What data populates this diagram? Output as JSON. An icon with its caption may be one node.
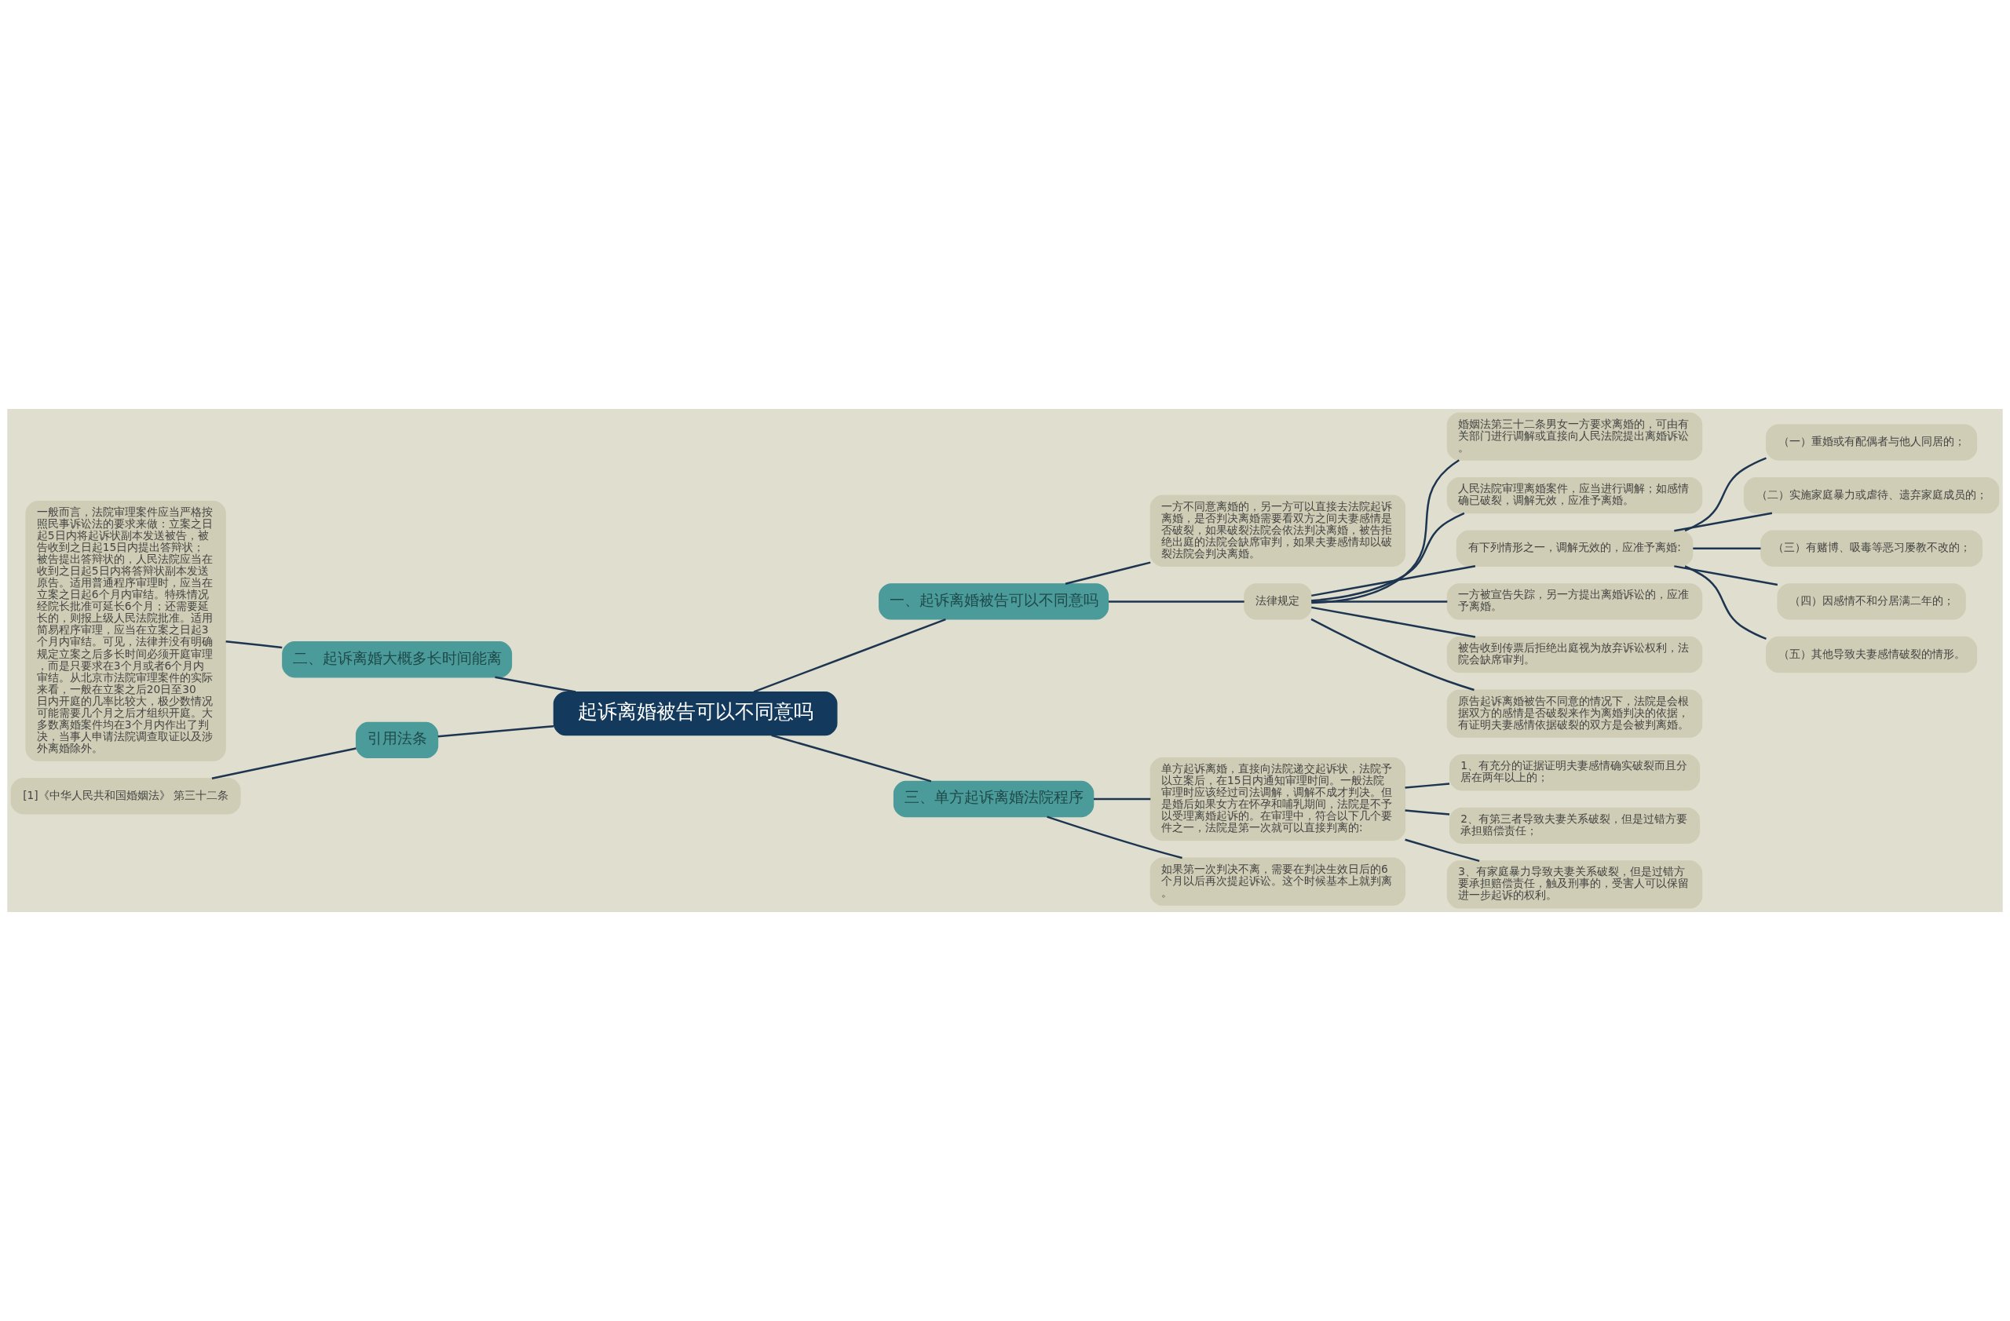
{
  "diagram": {
    "nodes": [
      {
        "text": [
          "起诉离婚被告可以不同意吗"
        ]
      },
      {
        "text": [
          "一、起诉离婚被告可以不同意吗"
        ]
      },
      {
        "text": [
          "一方不同意离婚的，另一方可以直接去法院起诉离婚，是否判决离婚需要看双方之间夫妻感情是否破裂，如果破裂法院会依法判决离婚，被告拒绝出庭的法院会缺席审判，如果夫妻感情却以破裂法院会判决离婚。"
        ]
      },
      {
        "text": [
          "法律规定"
        ]
      },
      {
        "text": [
          "婚姻法第三十二条男女一方要求离婚的，可由有关部门进行调解或直接向人民法院提出离婚诉讼。"
        ]
      },
      {
        "text": [
          "人民法院审理离婚案件，应当进行调解；如感情确已破裂，调解无效，应准予离婚。"
        ]
      },
      {
        "text": [
          "有下列情形之一，调解无效的，应准予离婚:"
        ]
      },
      {
        "text": [
          "（一）重婚或有配偶者与他人同居的；"
        ]
      },
      {
        "text": [
          "（二）实施家庭暴力或虐待、遗弃家庭成员的；"
        ]
      },
      {
        "text": [
          "（三）有赌博、吸毒等恶习屡教不改的；"
        ]
      },
      {
        "text": [
          "（四）因感情不和分居满二年的；"
        ]
      },
      {
        "text": [
          "（五）其他导致夫妻感情破裂的情形。"
        ]
      },
      {
        "text": [
          "一方被宣告失踪，另一方提出离婚诉讼的，应准予离婚。"
        ]
      },
      {
        "text": [
          "被告收到传票后拒绝出庭视为放弃诉讼权利，法院会缺席审判。"
        ]
      },
      {
        "text": [
          "原告起诉离婚被告不同意的情况下，法院是会根据双方的感情是否破裂来作为离婚判决的依据，有证明夫妻感情依据破裂的双方是会被判离婚。"
        ]
      },
      {
        "text": [
          "三、单方起诉离婚法院程序"
        ]
      },
      {
        "text": [
          "单方起诉离婚，直接向法院递交起诉状，法院予以立案后，在15日内通知审理时间。一般法院审理时应该经过司法调解，调解不成才判决。但是婚后如果女方在怀孕和哺乳期间，法院是不予以受理离婚起诉的。在审理中，符合以下几个要件之一，法院是第一次就可以直接判离的:"
        ]
      },
      {
        "text": [
          "1、有充分的证据证明夫妻感情确实破裂而且分居在两年以上的；"
        ]
      },
      {
        "text": [
          "2、有第三者导致夫妻关系破裂，但是过错方要承担赔偿责任；"
        ]
      },
      {
        "text": [
          "3、有家庭暴力导致夫妻关系破裂，但是过错方要承担赔偿责任，触及刑事的，受害人可以保留进一步起诉的权利。"
        ]
      },
      {
        "text": [
          "如果第一次判决不离，需要在判决生效日后的6个月以后再次提起诉讼。这个时候基本上就判离。"
        ]
      },
      {
        "text": [
          "二、起诉离婚大概多长时间能离"
        ]
      },
      {
        "text": [
          "一般而言，法院审理案件应当严格按照民事诉讼法的要求来做：立案之日起5日内将起诉状副本发送被告，被告收到之日起15日内提出答辩状；被告提出答辩状的，人民法院应当在收到之日起5日内将答辩状副本发送原告。适用普通程序审理时，应当在立案之日起6个月内审结。特殊情况经院长批准可延长6个月；还需要延长的，则报上级人民法院批准。适用简易程序审理，应当在立案之日起3个月内审结。可见，法律并没有明确规定立案之后多长时间必须开庭审理，而是只要求在3个月或者6个月内审结。从北京市法院审理案件的实际来看，一般在立案之后20日至30日内开庭的几率比较大，极少数情况可能需要几个月之后才组织开庭。大多数离婚案件均在3个月内作出了判决，当事人申请法院调查取证以及涉外离婚除外。"
        ]
      },
      {
        "text": [
          "引用法条"
        ]
      },
      {
        "text": [
          "[1]《中华人民共和国婚姻法》 第三十二条"
        ]
      }
    ],
    "edges": [
      {
        "from": 0,
        "to": 1,
        "arrow": "none"
      },
      {
        "from": 1,
        "to": 2,
        "arrow": "none"
      },
      {
        "from": 1,
        "to": 3,
        "arrow": "none"
      },
      {
        "from": 3,
        "to": 4,
        "arrow": "none"
      },
      {
        "from": 3,
        "to": 5,
        "arrow": "none"
      },
      {
        "from": 3,
        "to": 6,
        "arrow": "none"
      },
      {
        "from": 6,
        "to": 7,
        "arrow": "none"
      },
      {
        "from": 6,
        "to": 8,
        "arrow": "none"
      },
      {
        "from": 6,
        "to": 9,
        "arrow": "none"
      },
      {
        "from": 6,
        "to": 10,
        "arrow": "none"
      },
      {
        "from": 6,
        "to": 11,
        "arrow": "none"
      },
      {
        "from": 3,
        "to": 12,
        "arrow": "none"
      },
      {
        "from": 3,
        "to": 13,
        "arrow": "none"
      },
      {
        "from": 3,
        "to": 14,
        "arrow": "none"
      },
      {
        "from": 0,
        "to": 15,
        "arrow": "none"
      },
      {
        "from": 15,
        "to": 16,
        "arrow": "none"
      },
      {
        "from": 16,
        "to": 17,
        "arrow": "none"
      },
      {
        "from": 16,
        "to": 18,
        "arrow": "none"
      },
      {
        "from": 16,
        "to": 19,
        "arrow": "none"
      },
      {
        "from": 15,
        "to": 20,
        "arrow": "none"
      },
      {
        "from": 0,
        "to": 21,
        "arrow": "none"
      },
      {
        "from": 21,
        "to": 22,
        "arrow": "none"
      },
      {
        "from": 0,
        "to": 23,
        "arrow": "none"
      },
      {
        "from": 23,
        "to": 24,
        "arrow": "none"
      }
    ]
  }
}
